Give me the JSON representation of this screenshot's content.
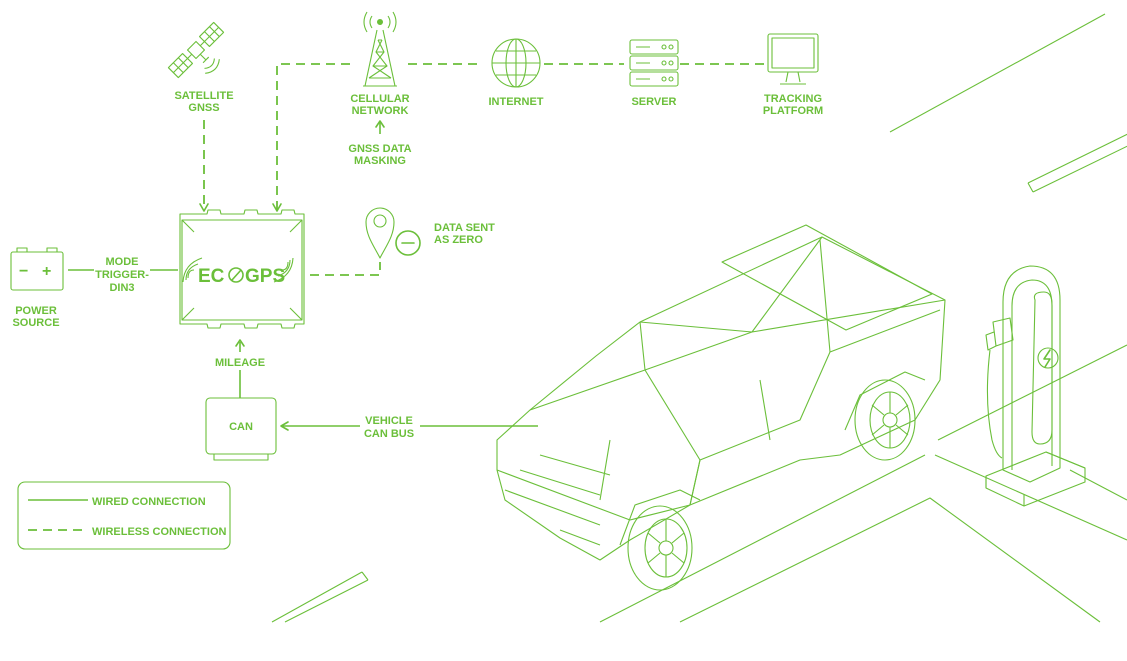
{
  "colors": {
    "accent": "#6bbf3a",
    "background": "#ffffff"
  },
  "nodes": {
    "satellite": {
      "icon": "satellite-icon",
      "line1": "SATELLITE",
      "line2": "GNSS"
    },
    "cellular": {
      "icon": "cell-tower-icon",
      "line1": "CELLULAR",
      "line2": "NETWORK"
    },
    "internet": {
      "icon": "globe-icon",
      "label": "INTERNET"
    },
    "server": {
      "icon": "server-icon",
      "label": "SERVER"
    },
    "tracking": {
      "icon": "monitor-icon",
      "line1": "TRACKING",
      "line2": "PLATFORM"
    },
    "masking": {
      "line1": "GNSS DATA",
      "line2": "MASKING"
    },
    "data_zero": {
      "icon": "location-pin-minus-icon",
      "line1": "DATA SENT",
      "line2": "AS ZERO"
    },
    "device": {
      "brand_a": "EC",
      "brand_b": "GPS"
    },
    "power": {
      "icon": "battery-icon",
      "minus": "−",
      "plus": "+",
      "line1": "POWER",
      "line2": "SOURCE"
    },
    "mode": {
      "line1": "MODE",
      "line2": "TRIGGER-",
      "line3": "DIN3"
    },
    "mileage": {
      "label": "MILEAGE"
    },
    "can": {
      "label": "CAN"
    },
    "vehicle_bus": {
      "line1": "VEHICLE",
      "line2": "CAN BUS"
    },
    "charger": {
      "icon": "lightning-icon"
    }
  },
  "legend": {
    "wired": "WIRED CONNECTION",
    "wireless": "WIRELESS CONNECTION"
  }
}
